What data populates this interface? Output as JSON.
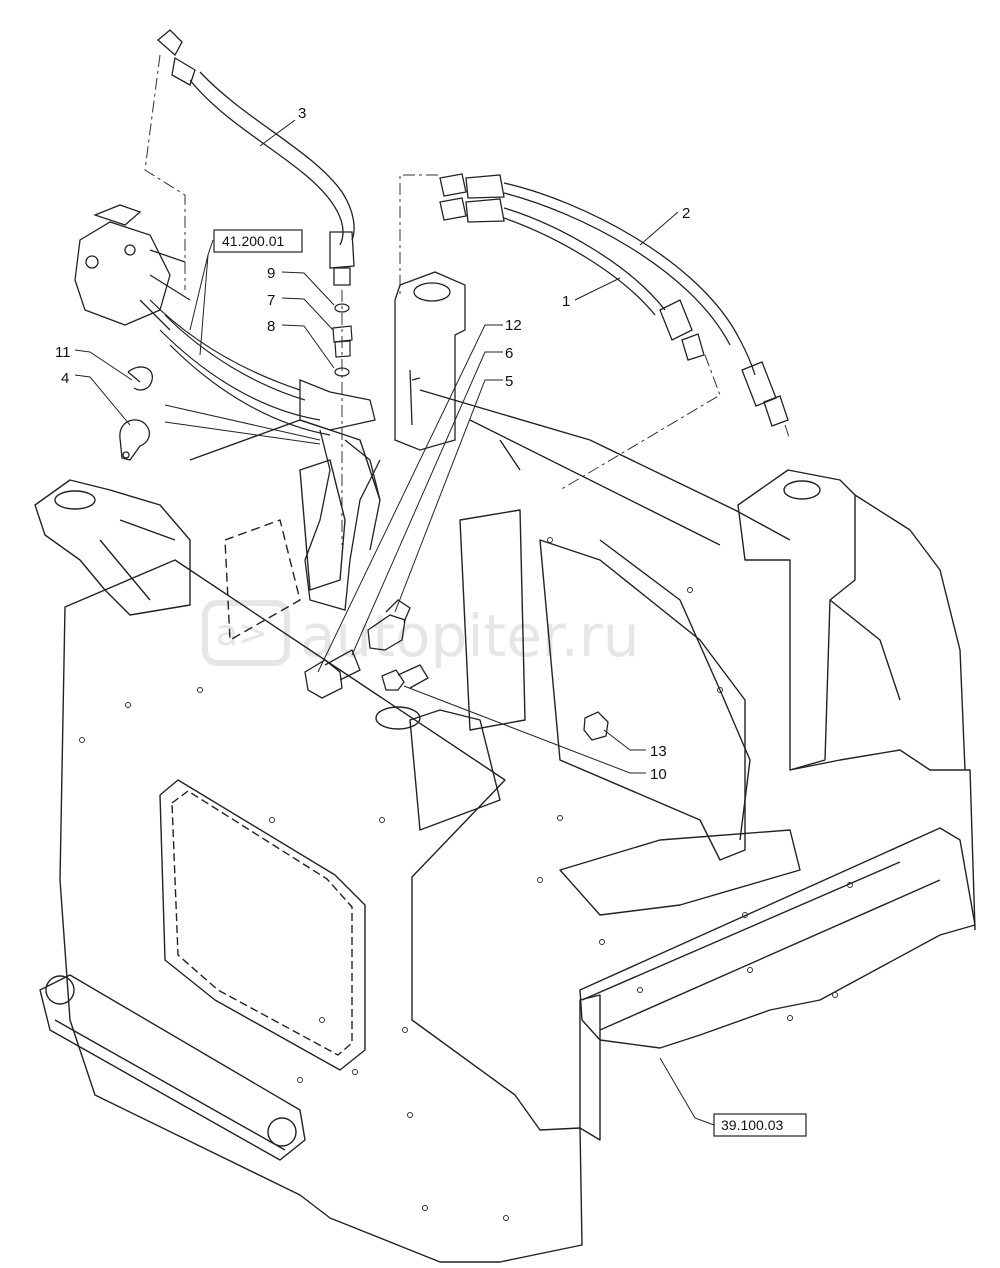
{
  "callouts": {
    "c1": "1",
    "c2": "2",
    "c3": "3",
    "c4": "4",
    "c5": "5",
    "c6": "6",
    "c7": "7",
    "c8": "8",
    "c9": "9",
    "c10": "10",
    "c11": "11",
    "c12": "12",
    "c13": "13"
  },
  "references": {
    "ref_upper": "41.200.01",
    "ref_lower": "39.100.03"
  },
  "watermark": {
    "icon": "a>",
    "text": "autopiter.ru"
  }
}
